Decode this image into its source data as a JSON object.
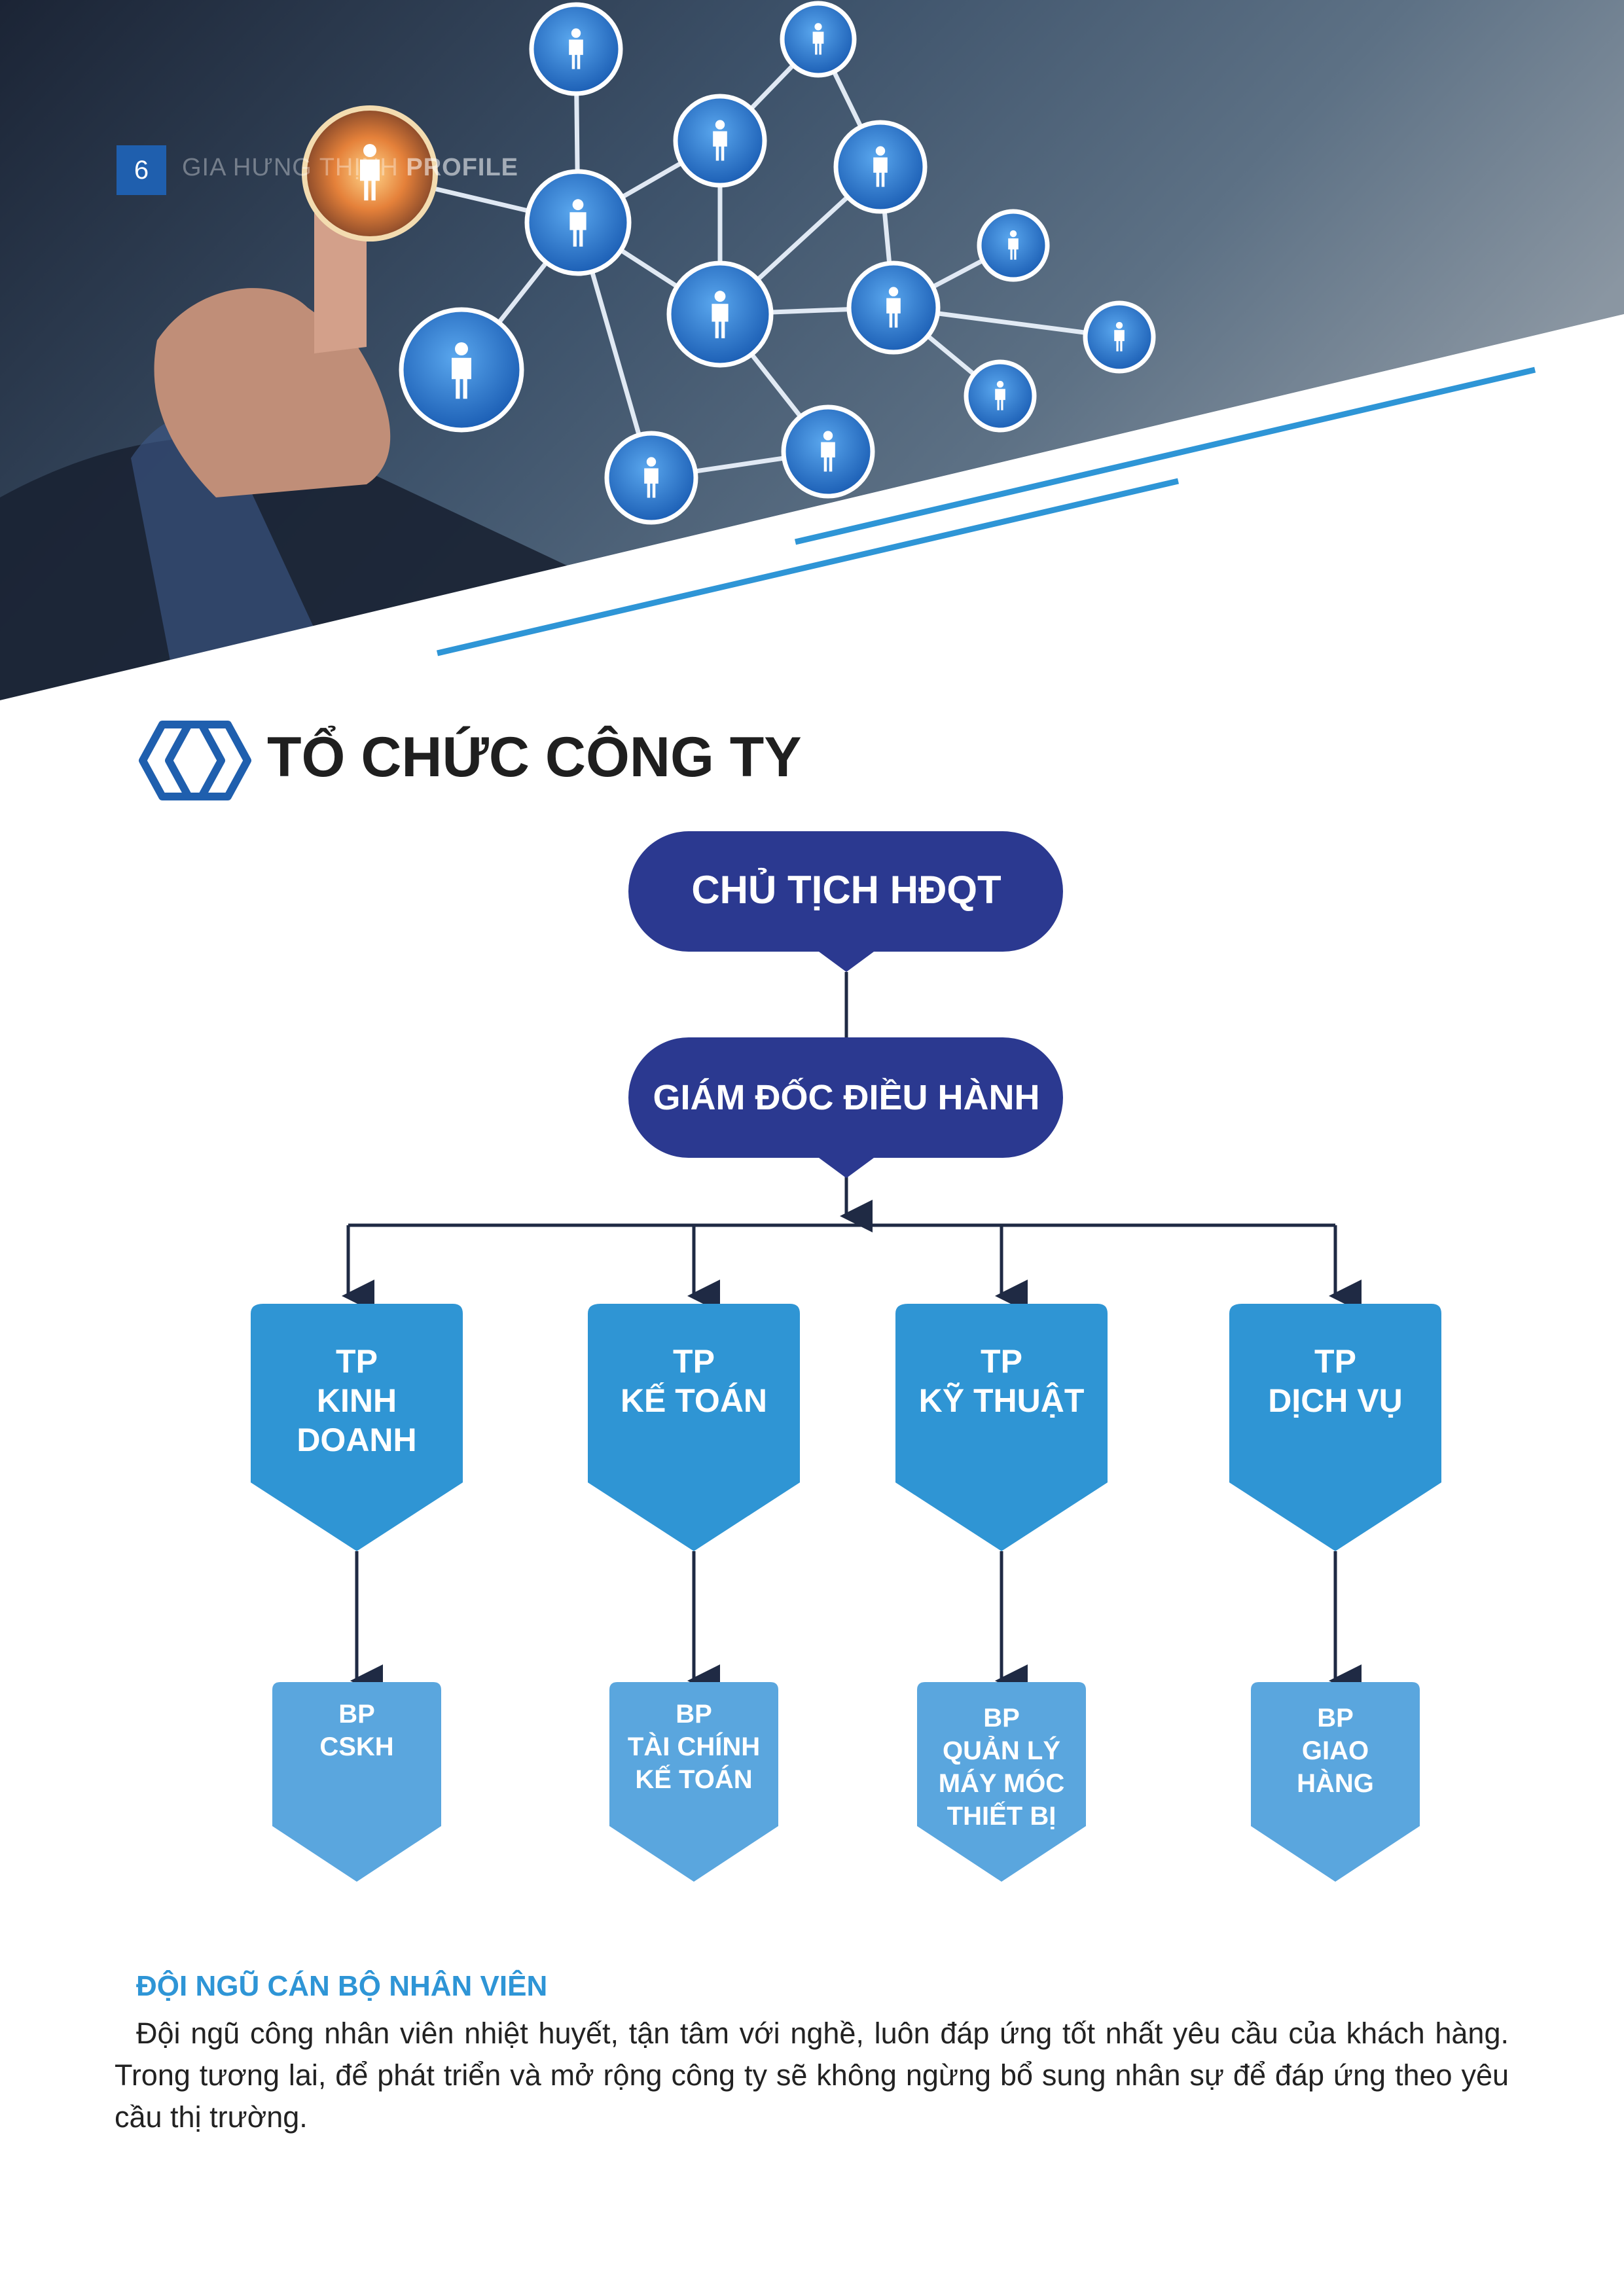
{
  "header": {
    "page_number": "6",
    "brand": "GIA HƯNG THỊNH",
    "brand_bold": "PROFILE"
  },
  "section_title": "TỔ CHỨC CÔNG TY",
  "org": {
    "chairman": "CHỦ TỊCH HĐQT",
    "ceo": "GIÁM ĐỐC ĐIỀU HÀNH",
    "departments": [
      {
        "lines": [
          "TP",
          "KINH",
          "DOANH"
        ],
        "sub": [
          "BP",
          "CSKH"
        ]
      },
      {
        "lines": [
          "TP",
          "KẾ TOÁN"
        ],
        "sub": [
          "BP",
          "TÀI CHÍNH",
          "KẾ TOÁN"
        ]
      },
      {
        "lines": [
          "TP",
          "KỸ THUẬT"
        ],
        "sub": [
          "BP",
          "QUẢN LÝ",
          "MÁY MÓC",
          "THIẾT BỊ"
        ]
      },
      {
        "lines": [
          "TP",
          "DỊCH VỤ"
        ],
        "sub": [
          "BP",
          "GIAO",
          "HÀNG"
        ]
      }
    ]
  },
  "staff": {
    "title": "ĐỘI NGŨ CÁN BỘ NHÂN VIÊN",
    "text": "Đội ngũ công nhân viên nhiệt huyết, tận tâm với nghề, luôn đáp ứng tốt nhất yêu cầu của khách hàng. Trong tương lai, để phát triển và mở rộng công ty sẽ không ngừng bổ sung nhân sự để đáp ứng theo yêu cầu thị trường."
  },
  "colors": {
    "navy": "#2b3990",
    "tp_blue": "#2f95d4",
    "bp_blue": "#5aa6de",
    "accent": "#2e95d6"
  }
}
